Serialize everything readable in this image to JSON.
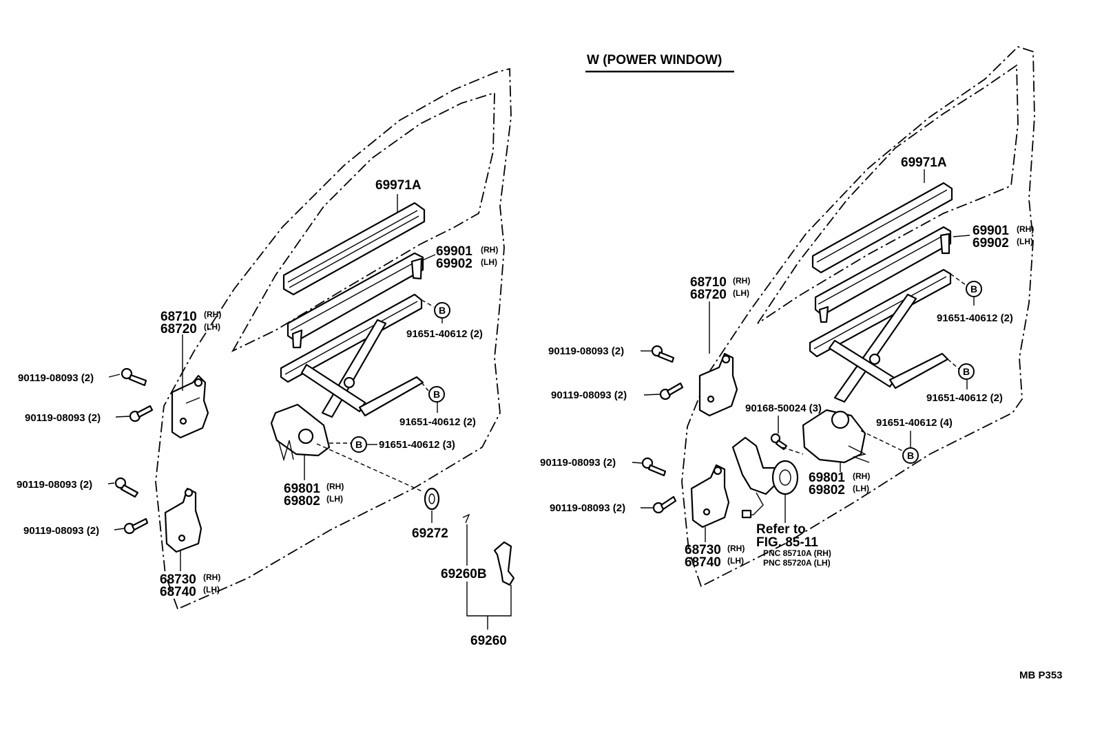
{
  "header": {
    "title": "W (POWER WINDOW)"
  },
  "footer": {
    "code": "MB  P353"
  },
  "left": {
    "p69971a": "69971A",
    "p69901": "69901",
    "p69901_sfx": "(RH)",
    "p69902": "69902",
    "p69902_sfx": "(LH)",
    "p68710": "68710",
    "p68710_sfx": "(RH)",
    "p68720": "68720",
    "p68720_sfx": "(LH)",
    "bolt1": "90119-08093 (2)",
    "bolt2": "90119-08093 (2)",
    "bolt3": "90119-08093 (2)",
    "bolt4": "90119-08093 (2)",
    "screwB1": "91651-40612 (2)",
    "screwB2": "91651-40612 (2)",
    "screwB3": "91651-40612 (3)",
    "p69801": "69801",
    "p69801_sfx": "(RH)",
    "p69802": "69802",
    "p69802_sfx": "(LH)",
    "p69272": "69272",
    "p69260b": "69260B",
    "p69260": "69260",
    "p68730": "68730",
    "p68730_sfx": "(RH)",
    "p68740": "68740",
    "p68740_sfx": "(LH)",
    "callout": "B"
  },
  "right": {
    "p69971a": "69971A",
    "p69901": "69901",
    "p69901_sfx": "(RH)",
    "p69902": "69902",
    "p69902_sfx": "(LH)",
    "p68710": "68710",
    "p68710_sfx": "(RH)",
    "p68720": "68720",
    "p68720_sfx": "(LH)",
    "bolt1": "90119-08093 (2)",
    "bolt2": "90119-08093 (2)",
    "bolt3": "90119-08093 (2)",
    "bolt4": "90119-08093 (2)",
    "screwB1": "91651-40612 (2)",
    "screwB2": "91651-40612 (2)",
    "screwB3": "91651-40612 (4)",
    "p90168": "90168-50024 (3)",
    "p69801": "69801",
    "p69801_sfx": "(RH)",
    "p69802": "69802",
    "p69802_sfx": "(LH)",
    "p68730": "68730",
    "p68730_sfx": "(RH)",
    "p68740": "68740",
    "p68740_sfx": "(LH)",
    "refer1": "Refer to",
    "refer2": "FIG. 85-11",
    "pnc1": "PNC 85710A (RH)",
    "pnc2": "PNC 85720A (LH)",
    "callout": "B"
  }
}
